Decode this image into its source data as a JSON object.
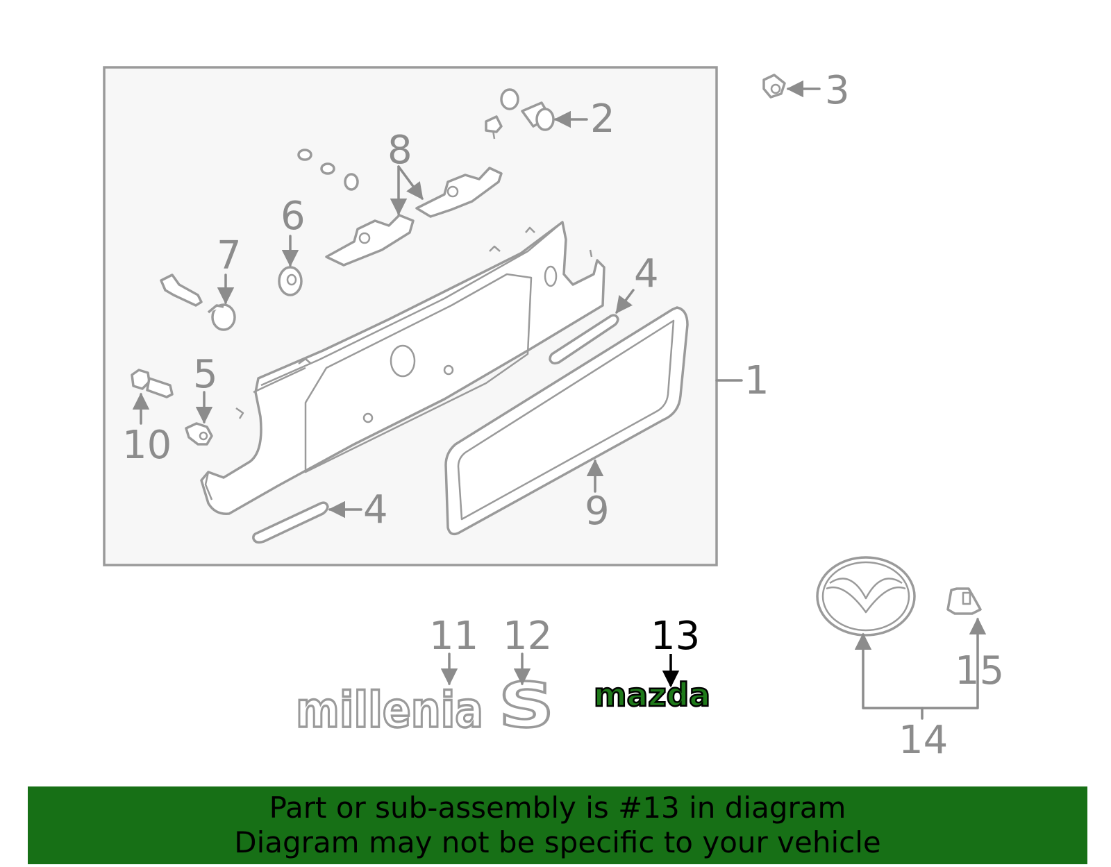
{
  "diagram": {
    "callouts": {
      "c1": "1",
      "c2": "2",
      "c3": "3",
      "c4a": "4",
      "c4b": "4",
      "c5": "5",
      "c6": "6",
      "c7": "7",
      "c8": "8",
      "c9": "9",
      "c10": "10",
      "c11": "11",
      "c12": "12",
      "c13": "13",
      "c14": "14",
      "c15": "15"
    },
    "highlighted_part": "13",
    "emblems": {
      "millenia": "millenia",
      "s": "S",
      "mazda": "mazda"
    }
  },
  "footer": {
    "line1": "Part or sub-assembly is #13 in diagram",
    "line2": "Diagram may not be specific to your vehicle",
    "background_color": "#177016"
  },
  "colors": {
    "line_gray": "#8c8c8c",
    "highlight": "#000000",
    "emblem_green": "#1f7a1a"
  }
}
